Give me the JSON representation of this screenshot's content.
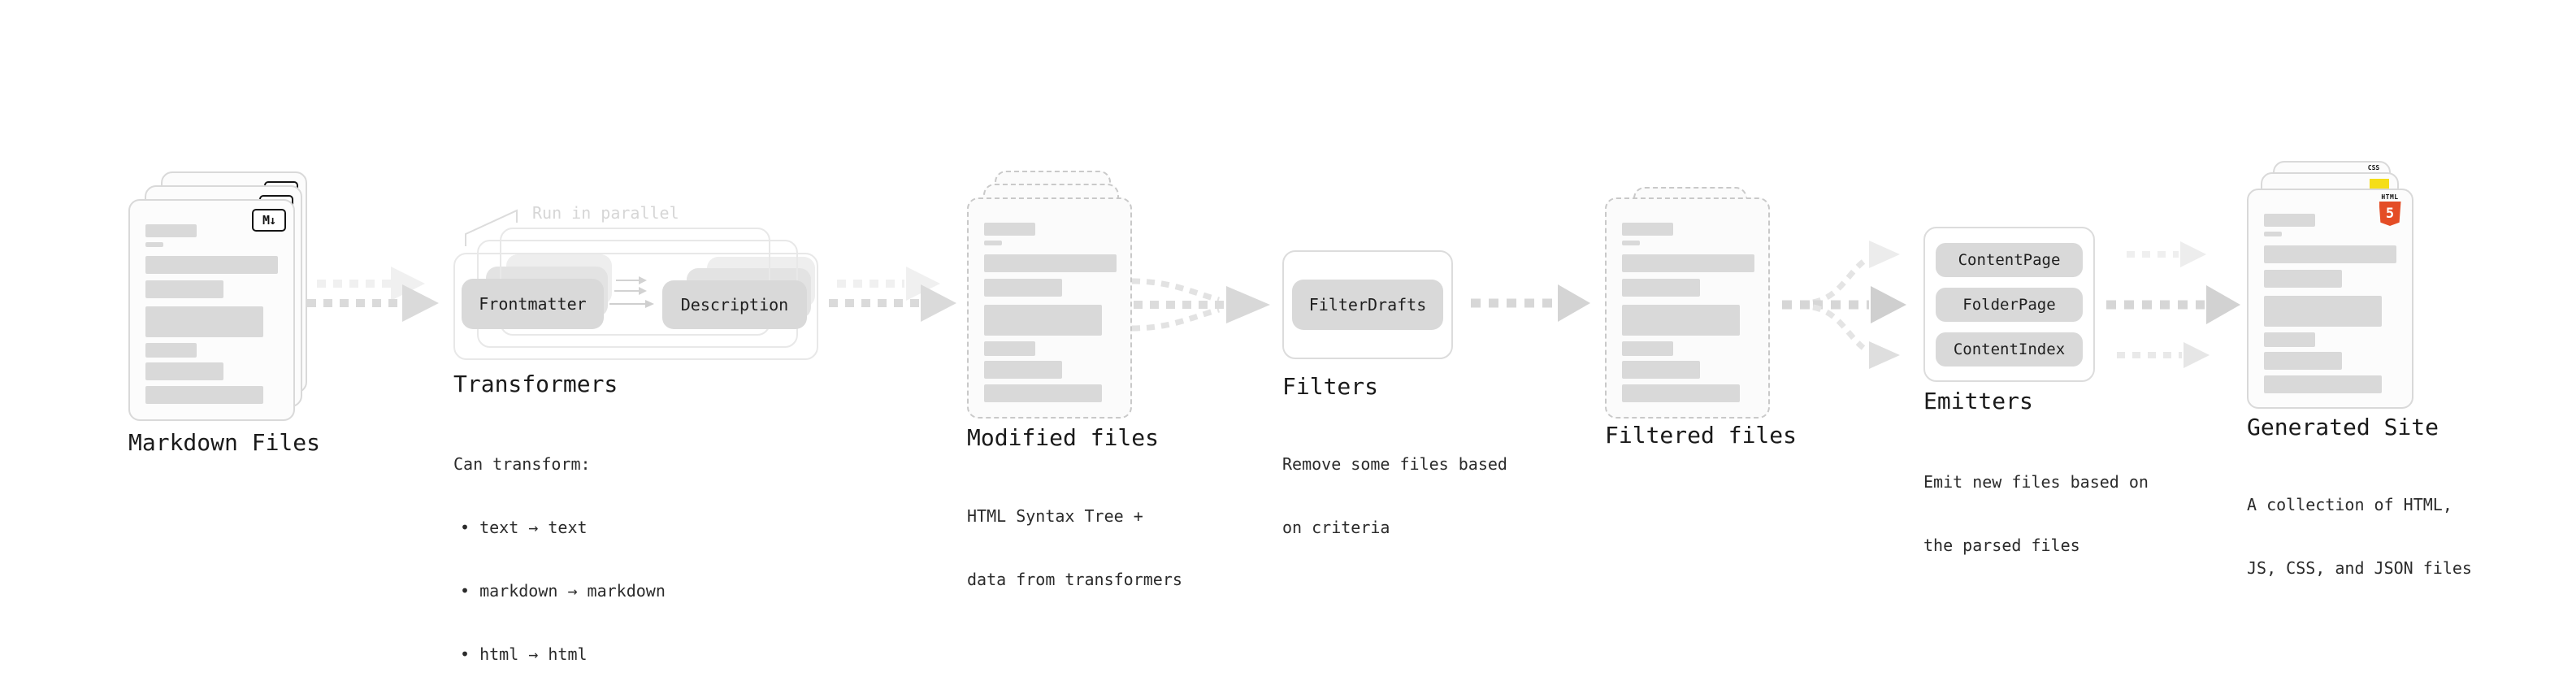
{
  "stages": {
    "markdown": {
      "label": "Markdown Files"
    },
    "transformers": {
      "label": "Transformers",
      "note": "Run in parallel",
      "chip_source": "Frontmatter",
      "chip_target": "Description",
      "caption_title": "Can transform:",
      "bullets": [
        "• text → text",
        "• markdown → markdown",
        "• html → html"
      ]
    },
    "modified": {
      "label": "Modified files",
      "caption": [
        "HTML Syntax Tree +",
        "data from transformers"
      ]
    },
    "filters": {
      "label": "Filters",
      "chip": "FilterDrafts",
      "caption": [
        "Remove some files based",
        "on criteria"
      ]
    },
    "filtered": {
      "label": "Filtered files"
    },
    "emitters": {
      "label": "Emitters",
      "chips": [
        "ContentPage",
        "FolderPage",
        "ContentIndex"
      ],
      "caption": [
        "Emit new files based on",
        "the parsed files"
      ]
    },
    "generated": {
      "label": "Generated Site",
      "caption": [
        "A collection of HTML,",
        "JS, CSS, and JSON files"
      ]
    }
  },
  "badges": {
    "markdown": "M↓",
    "html5_wordmark": "HTML",
    "html5_numeral": "5",
    "css_wordmark": "CSS"
  },
  "colors": {
    "html5_orange": "#e44d26",
    "js_yellow": "#f5de19",
    "css_blue": "#2962ff",
    "card_border": "#d9d9d9",
    "placeholder_bar": "#d9d9d9",
    "arrow_gray": "#d6d6d6",
    "arrow_light": "#f0f0f0",
    "note_gray": "#d6d6d6"
  }
}
